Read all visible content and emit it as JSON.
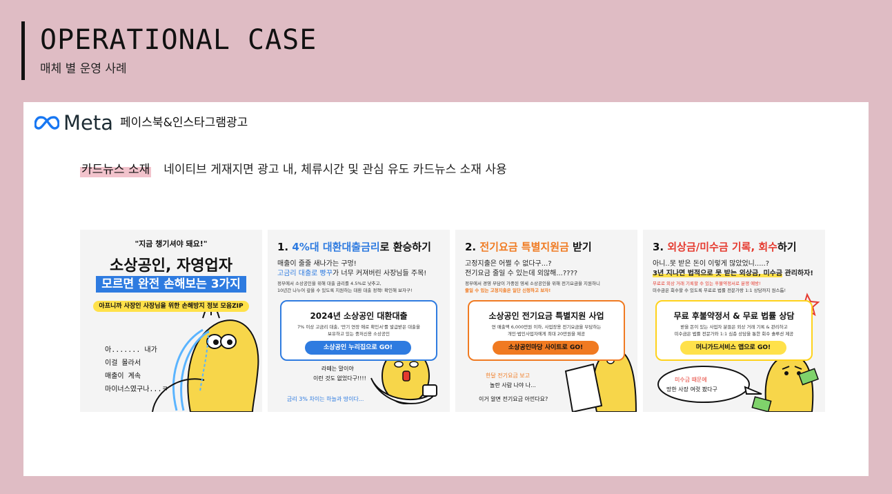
{
  "page": {
    "title": "OPERATIONAL CASE",
    "subtitle": "매체 별 운영 사례"
  },
  "meta": {
    "logo_text": "Meta",
    "caption": "페이스북&인스타그램광고"
  },
  "description": {
    "tag": "카드뉴스 소재",
    "text": "네이티브 게재지면 광고 내, 체류시간 및 관심 유도 카드뉴스 소재 사용"
  },
  "colors": {
    "background": "#dfbcc4",
    "blue": "#2e7be0",
    "orange": "#f07a21",
    "red": "#e53a2f",
    "yellow": "#ffe14a",
    "character": "#f7d64a"
  },
  "cards": [
    {
      "quote": "\"지금 챙기셔야 돼요!\"",
      "headline1": "소상공인, 자영업자",
      "headline2": "모르면 완전 손해보는 3가지",
      "banner": "아프니까 사장인 사장님을 위한 손해방지 정보 모음ZIP",
      "handwriting": [
        "아....... 내가",
        "이걸 몰라서",
        "매출이 계속",
        "마이너스였구나...ㅋ"
      ]
    },
    {
      "num": "1.",
      "title_hl": "4%대 대환대출금리",
      "title_rest": "로 환승하기",
      "line1": "매출이 줄줄 새나가는 구멍!",
      "line2_hl": "고금리 대출로 빵꾸",
      "line2_rest": "가 너무 커져버린 사장님들 주목!",
      "small1": "정부에서 소상공인을 위해 대출 금리를 4.5%로 낮추고,",
      "small2": "10년간 나누어 갚을 수 있도록 지원하는 대환 대출 정책! 확인해 보자구!",
      "box_title": "2024년 소상공인 대환대출",
      "box_desc1": "7% 이상 고금리 대출, '만기 연장 애로 확인서'를 발급받은 대출을",
      "box_desc2": "보유하고 있는 중저신용 소상공인",
      "button": "소상공인 누리집으로 GO!",
      "hand1": "라떼는 말이야",
      "hand2": "이런 것도 없었다구!!!!",
      "hand3": "금리 3% 차이는 하늘과 땅이다..."
    },
    {
      "num": "2.",
      "title_hl": "전기요금 특별지원금",
      "title_rest": " 받기",
      "line1": "고정지출은 어쩔 수 없다구...?",
      "line2": "전기요금 줄일 수 있는데 외않해...????",
      "small1": "정부에서 경영 부담이 가중된 영세 소상공인을 위해 전기요금을 지원하니",
      "small2": "줄일 수 있는 고정지출은 일단 신청하고 보자!",
      "box_title": "소상공인 전기요금 특별지원 사업",
      "box_desc1": "연 매출액 6,000만원 이하, 사업장용 전기요금을 부담하는",
      "box_desc2": "개인·법인사업자에게 최대 20만원을 제공",
      "button": "소상공인마당 사이트로 GO!",
      "hand1": "한달 전기요금 보고",
      "hand2": "놀란 사람 나야 나...",
      "hand3": "이거 알면 전기요금 아낀다요?"
    },
    {
      "num": "3.",
      "title_hl": "외상금/미수금 기록, 회수",
      "title_rest": "하기",
      "line1": "아니..못 받은 돈이 이렇게 많았었니.....?",
      "line2_hl": "3년 지나면 법적으로 못 받는 외상금, 미수금",
      "line2_rest": " 관리하자!",
      "small1": "무료로 외상 거래 기록할 수 있는 후불약정서로 분쟁 예방!",
      "small2": "미수금은 회수할 수 있도록 무료로 법률 전문가랑 1:1 상담까지 원스톱!",
      "box_title": "무료 후불약정서 & 무료 법률 상담",
      "box_desc1": "받을 돈이 있는 사업자 분들은 외상 거래 기록 & 관리하고",
      "box_desc2": "미수금은 법률 전문가와 1:1 심층 상담을 통한 회수 솔루션 제공",
      "button": "머니가드서비스 앱으로 GO!",
      "bubble1": "미수금 때문에",
      "bubble2": "망한 사장 여럿 봤다구"
    }
  ]
}
